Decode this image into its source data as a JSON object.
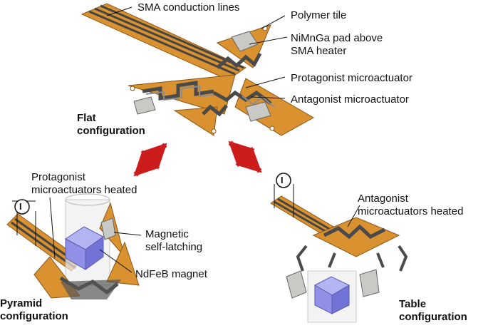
{
  "labels": {
    "sma_lines": "SMA conduction lines",
    "polymer_tile": "Polymer tile",
    "nimnga_pad": "NiMnGa pad above\nSMA heater",
    "protagonist": "Protagonist microactuator",
    "antagonist": "Antagonist microactuator",
    "flat_config": "Flat\nconfiguration",
    "protagonist_heated": "Protagonist\nmicroactuators heated",
    "magnetic_latching": "Magnetic\nself-latching",
    "ndfeb_magnet": "NdFeB magnet",
    "pyramid_config": "Pyramid\nconfiguration",
    "antagonist_heated": "Antagonist\nmicroactuators heated",
    "table_config": "Table\nconfiguration",
    "current_symbol_left": "I",
    "current_symbol_right": "I"
  },
  "colors": {
    "frame_orange": "#d9922f",
    "frame_edge": "#8a5516",
    "track_dark": "#4a4a4a",
    "track_light": "#8d8d8d",
    "tile": "#c9c9c6",
    "magnet_blue": "#8f90e6",
    "arrow_red": "#cc1c1c"
  }
}
